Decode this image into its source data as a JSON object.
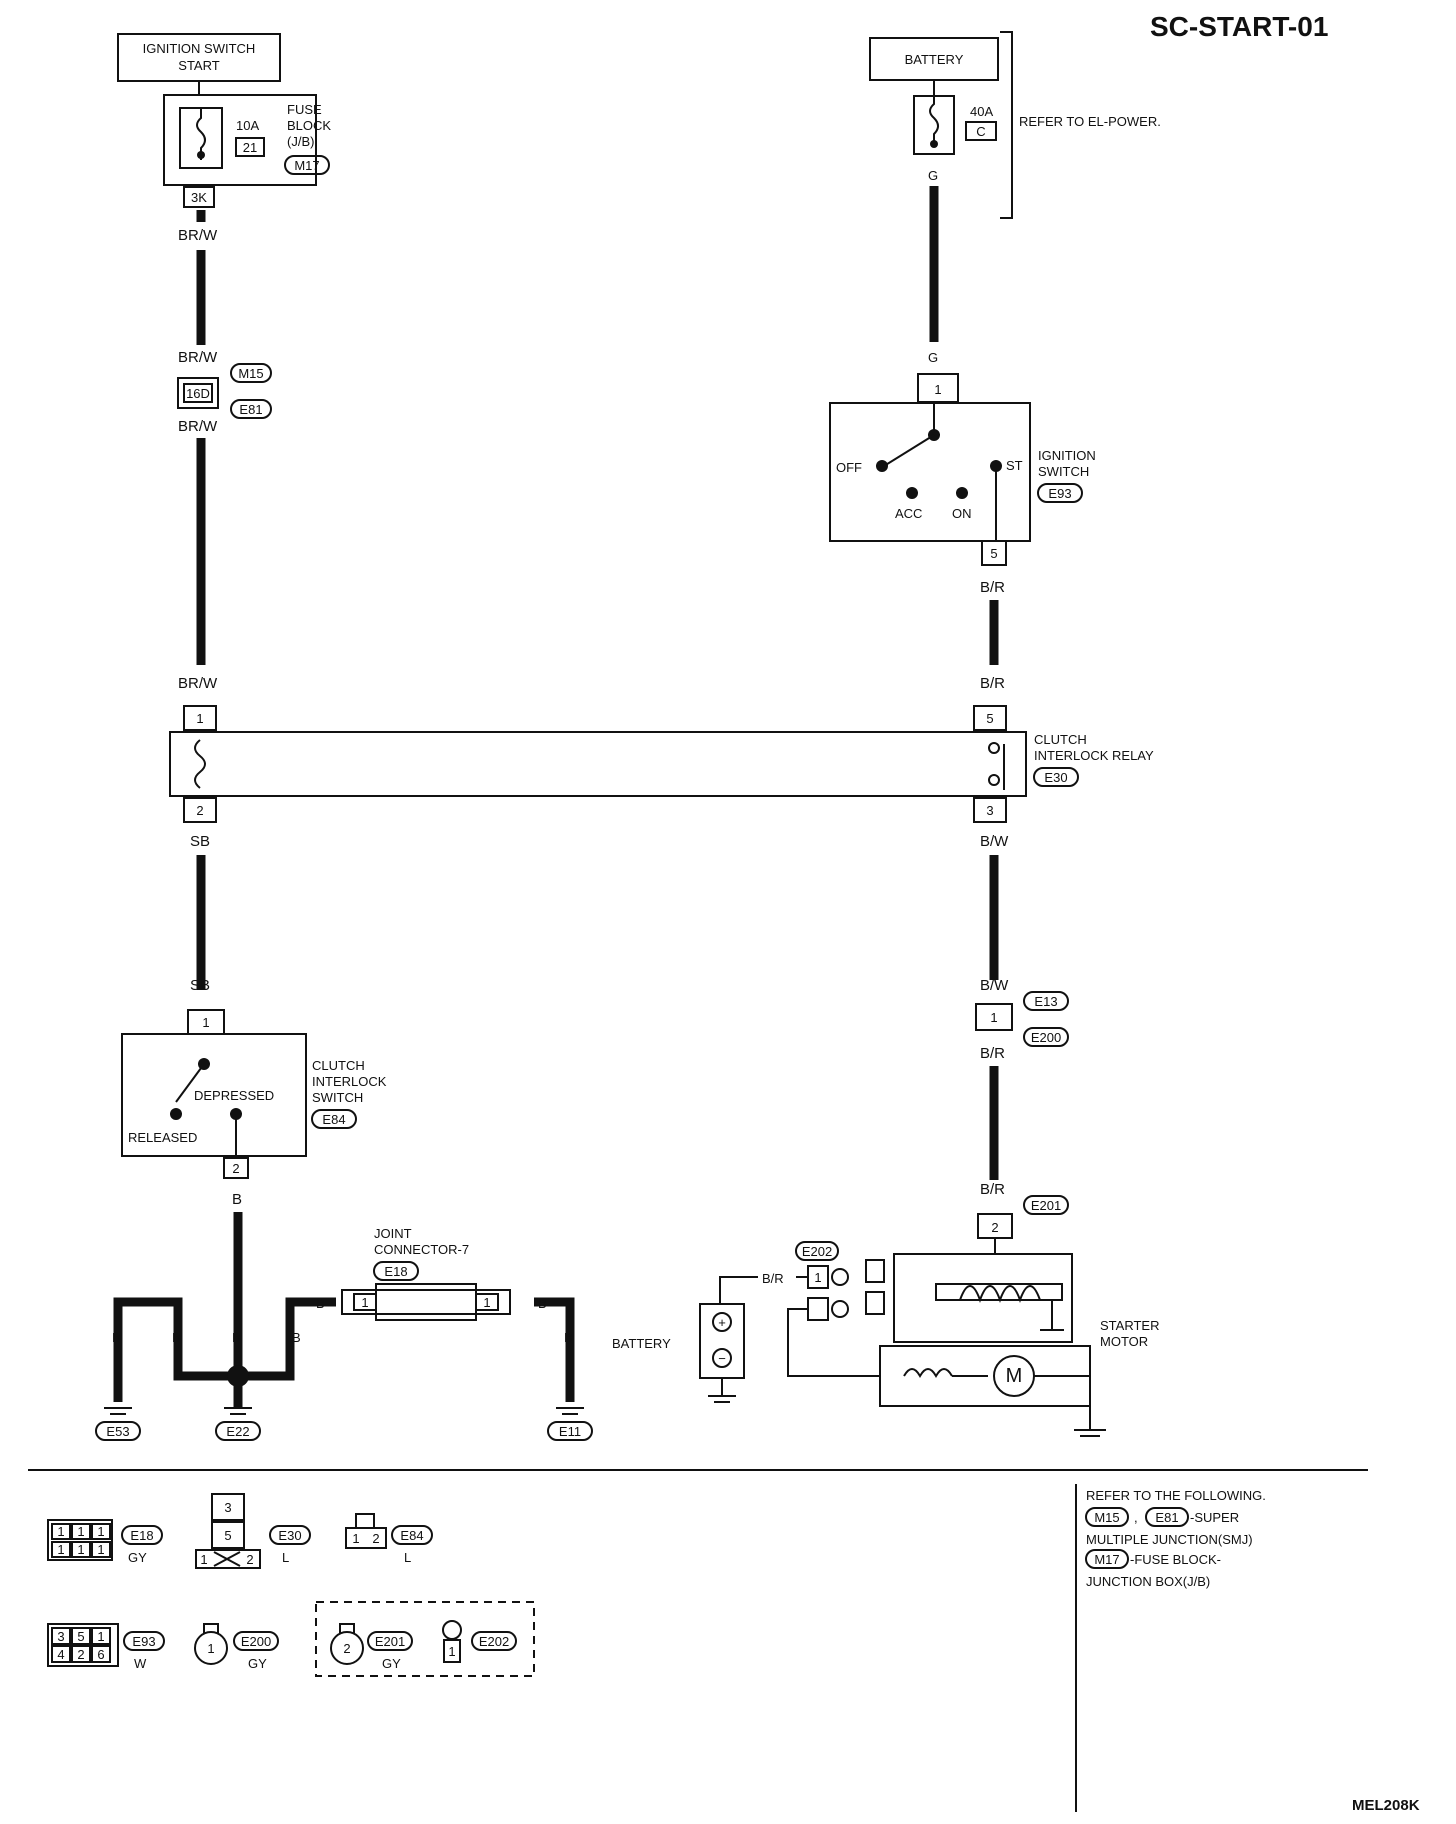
{
  "header": {
    "diagram_id": "SC-START-01",
    "figure_code": "MEL208K"
  },
  "components": {
    "ign_start": {
      "line1": "IGNITION SWITCH",
      "line2": "START"
    },
    "fuse_block": {
      "amp": "10A",
      "num": "21",
      "l1": "FUSE",
      "l2": "BLOCK",
      "l3": "(J/B)",
      "conn": "M17",
      "pin": "3K"
    },
    "battery_top": {
      "name": "BATTERY",
      "amp": "40A",
      "num": "C",
      "refer": "REFER TO EL-POWER."
    },
    "ign_switch": {
      "l1": "IGNITION",
      "l2": "SWITCH",
      "conn": "E93",
      "pin_in": "1",
      "pin_out": "5",
      "off": "OFF",
      "acc": "ACC",
      "on": "ON",
      "st": "ST"
    },
    "smj": {
      "pin": "16D",
      "conn_a": "M15",
      "conn_b": "E81"
    },
    "relay": {
      "l1": "CLUTCH",
      "l2": "INTERLOCK RELAY",
      "conn": "E30",
      "p1": "1",
      "p2": "2",
      "p5": "5",
      "p3": "3"
    },
    "clutch_switch": {
      "l1": "CLUTCH",
      "l2": "INTERLOCK",
      "l3": "SWITCH",
      "conn": "E84",
      "depressed": "DEPRESSED",
      "released": "RELEASED",
      "p1": "1",
      "p2": "2"
    },
    "inline": {
      "conn_a": "E13",
      "conn_b": "E200",
      "pin": "1"
    },
    "joint": {
      "l1": "JOINT",
      "l2": "CONNECTOR-7",
      "conn": "E18",
      "pin": "1"
    },
    "starter": {
      "l1": "STARTER",
      "l2": "MOTOR",
      "conn": "E201",
      "pin": "2",
      "batt_conn": "E202",
      "batt_pin": "1",
      "motor": "M"
    },
    "battery_bottom": {
      "name": "BATTERY",
      "plus": "+",
      "minus": "−"
    },
    "grounds": {
      "g1": "E53",
      "g2": "E22",
      "g3": "E11"
    }
  },
  "wire_colors": {
    "brw": "BR/W",
    "g": "G",
    "br": "B/R",
    "sb": "SB",
    "bw": "B/W",
    "b": "B"
  },
  "legend": {
    "e18": {
      "conn": "E18",
      "color": "GY",
      "pins": [
        "1",
        "1",
        "1",
        "1",
        "1",
        "1"
      ]
    },
    "e30": {
      "conn": "E30",
      "color": "L",
      "pins": [
        "3",
        "5",
        "1",
        "2"
      ]
    },
    "e84": {
      "conn": "E84",
      "color": "L",
      "pins": [
        "1",
        "2"
      ]
    },
    "e93": {
      "conn": "E93",
      "color": "W",
      "pins": [
        "3",
        "5",
        "1",
        "4",
        "2",
        "6"
      ]
    },
    "e200": {
      "conn": "E200",
      "color": "GY",
      "pin": "1"
    },
    "e201": {
      "conn": "E201",
      "color": "GY",
      "pin": "2"
    },
    "e202": {
      "conn": "E202",
      "pin": "1"
    }
  },
  "notes": {
    "l1": "REFER TO THE FOLLOWING.",
    "m15": "M15",
    "sep": ",",
    "e81": "E81",
    "l2": "-SUPER",
    "l3": "MULTIPLE JUNCTION(SMJ)",
    "m17": "M17",
    "l4": "-FUSE BLOCK-",
    "l5": "JUNCTION BOX(J/B)"
  }
}
